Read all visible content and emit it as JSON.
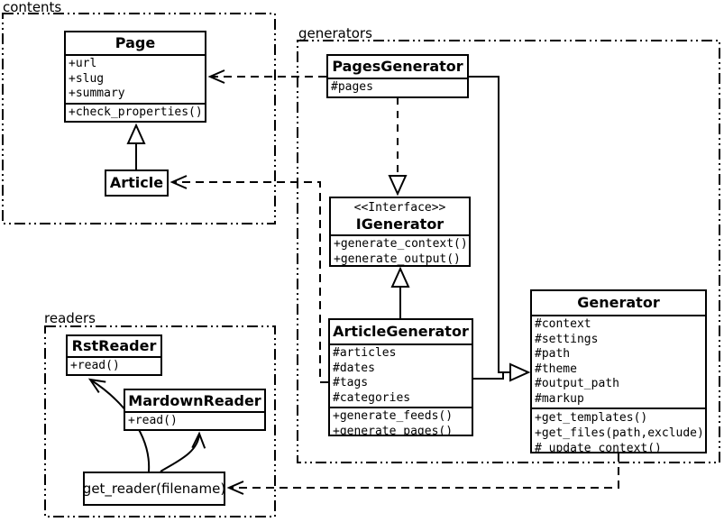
{
  "packages": {
    "contents": {
      "label": "contents"
    },
    "generators": {
      "label": "generators"
    },
    "readers": {
      "label": "readers"
    }
  },
  "classes": {
    "page": {
      "name": "Page",
      "attributes": [
        "+url",
        "+slug",
        "+summary"
      ],
      "methods": [
        "+check_properties()"
      ]
    },
    "article": {
      "name": "Article"
    },
    "pages_generator": {
      "name": "PagesGenerator",
      "attributes": [
        "#pages"
      ]
    },
    "igenerator": {
      "stereotype": "<<Interface>>",
      "name": "IGenerator",
      "methods": [
        "+generate_context()",
        "+generate_output()"
      ]
    },
    "article_generator": {
      "name": "ArticleGenerator",
      "attributes": [
        "#articles",
        "#dates",
        "#tags",
        "#categories"
      ],
      "methods": [
        "+generate_feeds()",
        "+generate_pages()"
      ]
    },
    "generator": {
      "name": "Generator",
      "attributes": [
        "#context",
        "#settings",
        "#path",
        "#theme",
        "#output_path",
        "#markup"
      ],
      "methods": [
        "+get_templates()",
        "+get_files(path,exclude)",
        "#_update_context()"
      ]
    },
    "rst_reader": {
      "name": "RstReader",
      "methods": [
        "+read()"
      ]
    },
    "mardown_reader": {
      "name": "MardownReader",
      "methods": [
        "+read()"
      ]
    },
    "get_reader": {
      "name": "get_reader(filename)"
    }
  },
  "colors": {
    "line": "#000000",
    "background": "#ffffff"
  }
}
